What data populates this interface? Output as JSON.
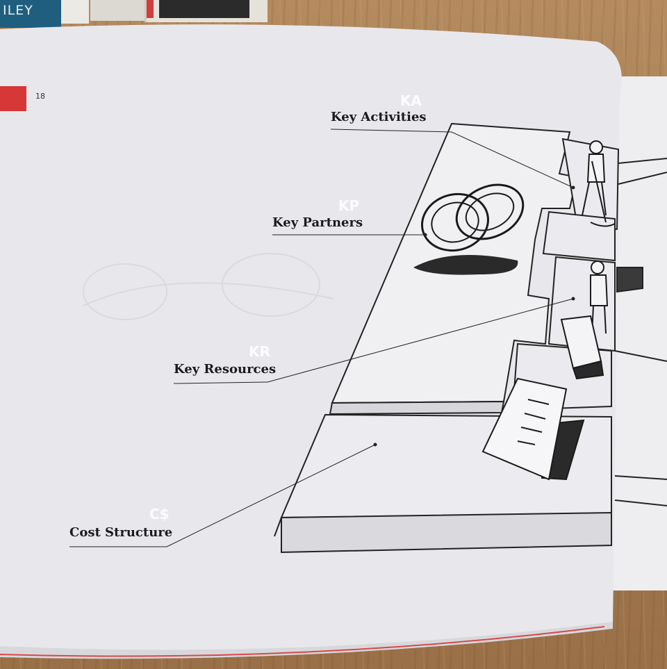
{
  "background_books": {
    "spine_text": "ILEY"
  },
  "page": {
    "page_number": "18",
    "accent_color": "#d63838"
  },
  "blocks": [
    {
      "abbr": "KA",
      "label": "Key Activities"
    },
    {
      "abbr": "KP",
      "label": "Key Partners"
    },
    {
      "abbr": "KR",
      "label": "Key Resources"
    },
    {
      "abbr": "C$",
      "label": "Cost Structure"
    }
  ]
}
